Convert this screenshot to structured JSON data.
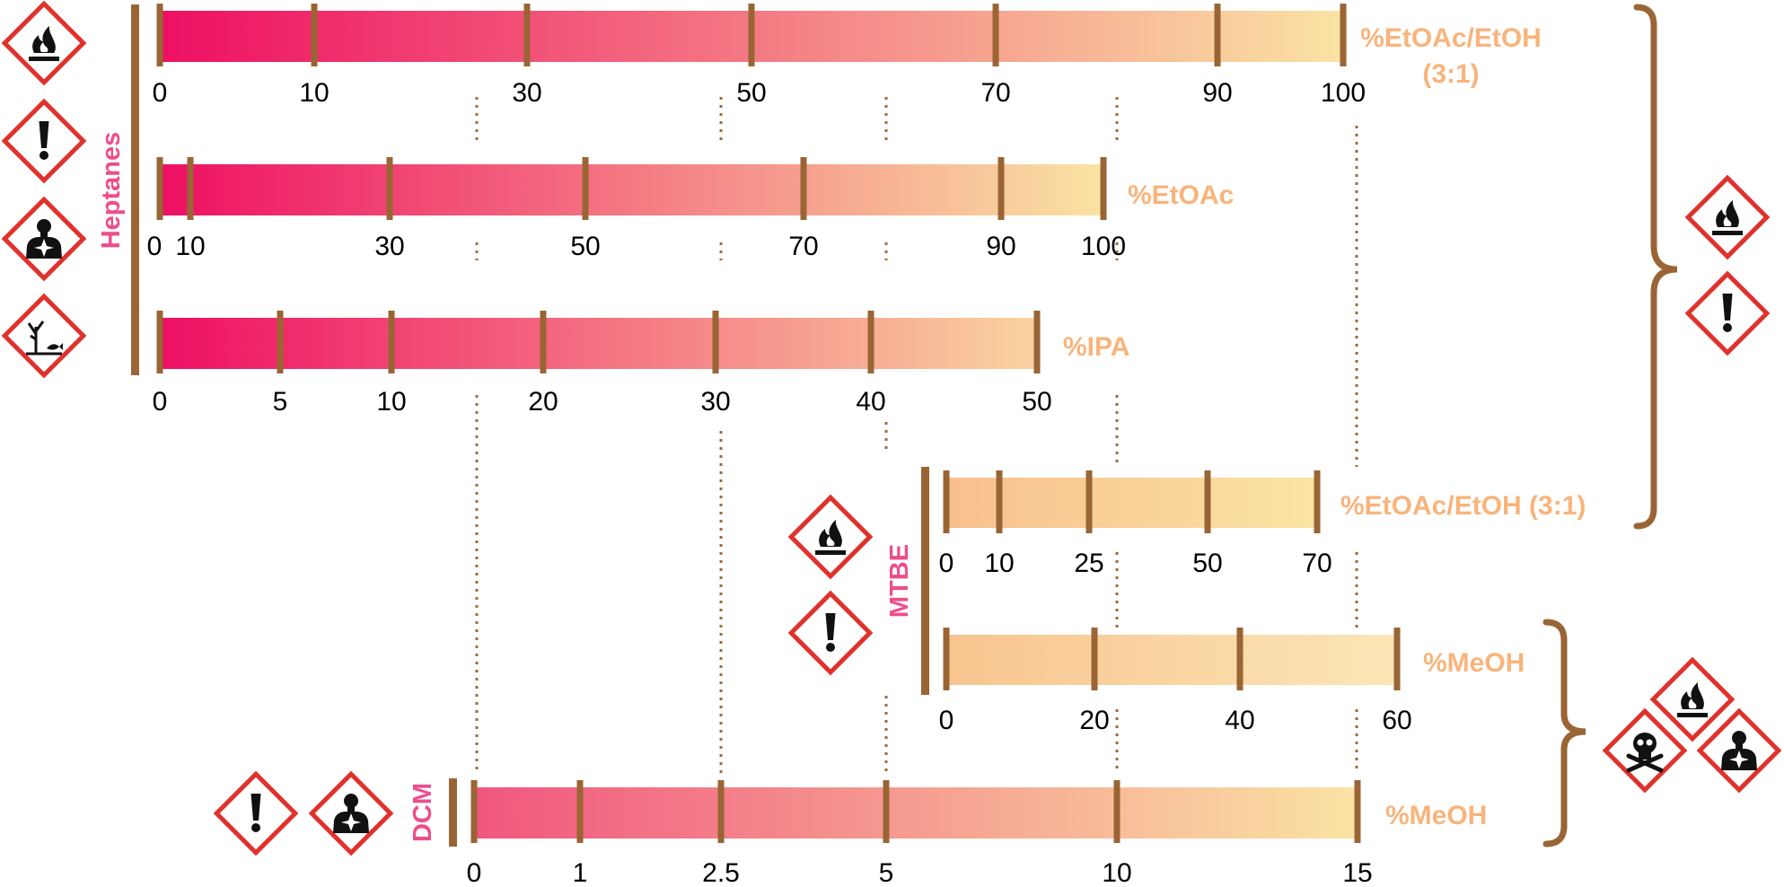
{
  "colors": {
    "axis": "#9a6534",
    "gradient_start": "#ee0f63",
    "gradient_end": "#fae4a4",
    "series_label": "#f8b47c",
    "solvent_label": "#ee4d8c",
    "hazard_border": "#e0322c",
    "guide": "#a06a36"
  },
  "solvents": {
    "heptanes": "Heptanes",
    "mtbe": "MTBE",
    "dcm": "DCM"
  },
  "chart_data": {
    "type": "scale",
    "scales": [
      {
        "solvent": "Heptanes",
        "label_lines": [
          "%EtOAc/EtOH",
          "(3:1)"
        ],
        "ticks": [
          0,
          10,
          30,
          50,
          70,
          90,
          100
        ],
        "tick_labels": [
          "0",
          "10",
          "30",
          "50",
          "70",
          "90",
          "100"
        ]
      },
      {
        "solvent": "Heptanes",
        "label_lines": [
          "%EtOAc"
        ],
        "ticks": [
          0,
          10,
          30,
          50,
          70,
          90,
          100
        ],
        "tick_labels": [
          "0",
          "10",
          "30",
          "50",
          "70",
          "90",
          "100"
        ]
      },
      {
        "solvent": "Heptanes",
        "label_lines": [
          "%IPA"
        ],
        "ticks": [
          0,
          5,
          10,
          20,
          30,
          40,
          50
        ],
        "tick_labels": [
          "0",
          "5",
          "10",
          "20",
          "30",
          "40",
          "50"
        ]
      },
      {
        "solvent": "MTBE",
        "label_lines": [
          "%EtOAc/EtOH (3:1)"
        ],
        "ticks": [
          0,
          10,
          25,
          50,
          70
        ],
        "tick_labels": [
          "0",
          "10",
          "25",
          "50",
          "70"
        ]
      },
      {
        "solvent": "MTBE",
        "label_lines": [
          "%MeOH"
        ],
        "ticks": [
          0,
          20,
          40,
          60
        ],
        "tick_labels": [
          "0",
          "20",
          "40",
          "60"
        ]
      },
      {
        "solvent": "DCM",
        "label_lines": [
          "%MeOH"
        ],
        "ticks": [
          0,
          1,
          2.5,
          5,
          10,
          15
        ],
        "tick_labels": [
          "0",
          "1",
          "2.5",
          "5",
          "10",
          "15"
        ]
      }
    ]
  },
  "hazard_icons": [
    {
      "name": "flame-icon",
      "group": "heptanes"
    },
    {
      "name": "exclamation-icon",
      "group": "heptanes"
    },
    {
      "name": "health-hazard-icon",
      "group": "heptanes"
    },
    {
      "name": "environment-icon",
      "group": "heptanes"
    },
    {
      "name": "flame-icon",
      "group": "ethyl-acetate-ethanol-ipa"
    },
    {
      "name": "exclamation-icon",
      "group": "ethyl-acetate-ethanol-ipa"
    },
    {
      "name": "flame-icon",
      "group": "mtbe"
    },
    {
      "name": "exclamation-icon",
      "group": "mtbe"
    },
    {
      "name": "skull-crossbones-icon",
      "group": "methanol"
    },
    {
      "name": "flame-icon",
      "group": "methanol"
    },
    {
      "name": "health-hazard-icon",
      "group": "methanol"
    },
    {
      "name": "exclamation-icon",
      "group": "dcm"
    },
    {
      "name": "health-hazard-icon",
      "group": "dcm"
    }
  ]
}
